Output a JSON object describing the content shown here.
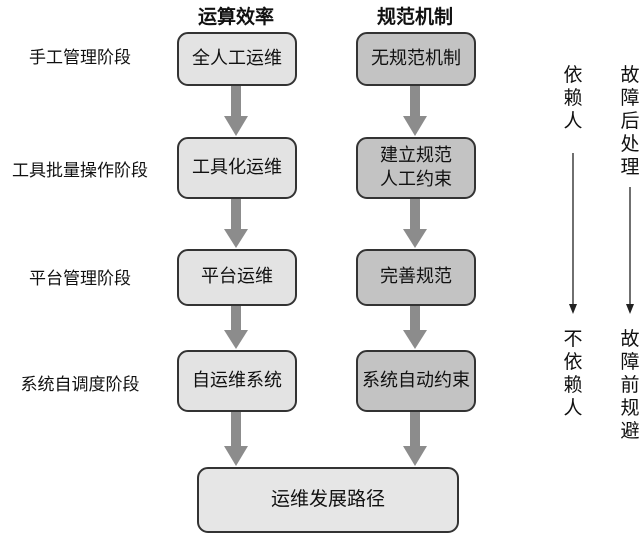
{
  "headers": {
    "efficiency": "运算效率",
    "mechanism": "规范机制"
  },
  "stages": [
    {
      "label": "手工管理阶段",
      "efficiency": "全人工运维",
      "mechanism": "无规范机制"
    },
    {
      "label": "工具批量操作阶段",
      "efficiency": "工具化运维",
      "mechanism": "建立规范\n人工约束"
    },
    {
      "label": "平台管理阶段",
      "efficiency": "平台运维",
      "mechanism": "完善规范"
    },
    {
      "label": "系统自调度阶段",
      "efficiency": "自运维系统",
      "mechanism": "系统自动约束"
    }
  ],
  "result": "运维发展路径",
  "side": {
    "left_top": "依赖人",
    "left_bottom": "不依赖人",
    "right_top": "故障后处理",
    "right_bottom": "故障前规避"
  },
  "colors": {
    "light_box": "#e3e3e3",
    "dark_box": "#c3c3c3",
    "arrow": "#8c8c8c"
  }
}
